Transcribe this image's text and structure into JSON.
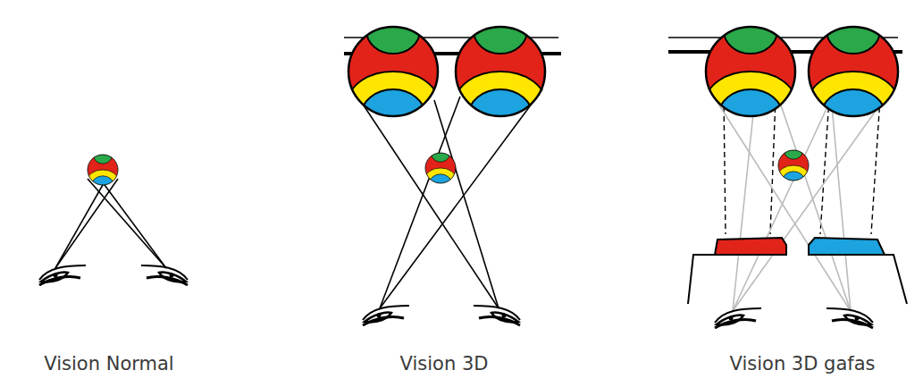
{
  "diagram": {
    "labels": [
      "Vision Normal",
      "Vision 3D",
      "Vision 3D gafas"
    ]
  }
}
